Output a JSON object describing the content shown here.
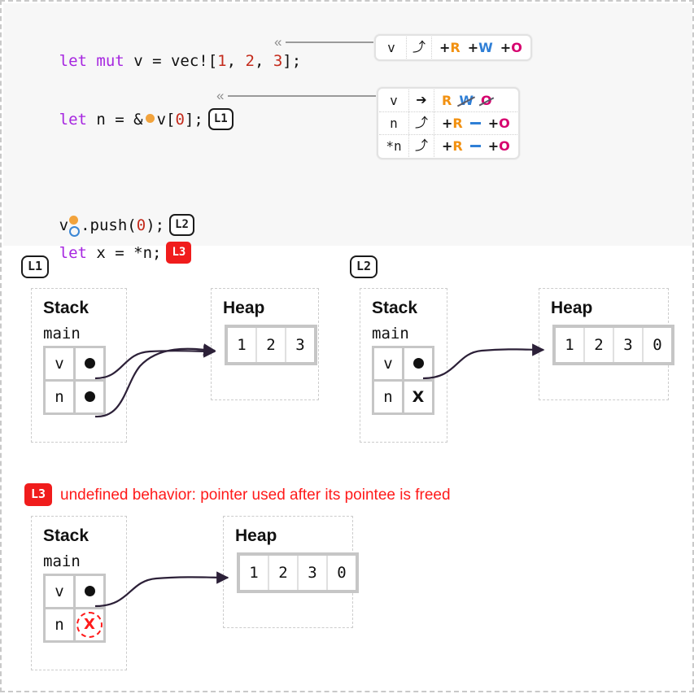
{
  "code": {
    "lines": [
      {
        "id": "line-1",
        "text": "let mut v = vec![1, 2, 3];"
      },
      {
        "id": "line-2",
        "text": "let n = &v[0];"
      },
      {
        "id": "line-3",
        "text": "v.push(0);"
      },
      {
        "id": "line-4",
        "text": "let x = *n;"
      }
    ],
    "keywords": [
      "let",
      "mut"
    ],
    "badges": {
      "l1": "L1",
      "l2": "L2",
      "l3": "L3"
    },
    "connector_glyph": "«"
  },
  "permissions": {
    "legend": {
      "read": "R",
      "write": "W",
      "own": "O",
      "plus": "+",
      "gain_arrow": "⤴",
      "flow_arrow": "➔"
    },
    "table1": {
      "rows": [
        {
          "name": "v",
          "arrow": "⤴",
          "perms": [
            {
              "sign": "+",
              "letter": "R",
              "kind": "read",
              "struck": false
            },
            {
              "sign": "+",
              "letter": "W",
              "kind": "write",
              "struck": false
            },
            {
              "sign": "+",
              "letter": "O",
              "kind": "own",
              "struck": false
            }
          ]
        }
      ]
    },
    "table2": {
      "rows": [
        {
          "name": "v",
          "arrow": "➔",
          "perms": [
            {
              "sign": "",
              "letter": "R",
              "kind": "read",
              "struck": false
            },
            {
              "sign": "",
              "letter": "W",
              "kind": "write",
              "struck": true
            },
            {
              "sign": "",
              "letter": "O",
              "kind": "own",
              "struck": true
            }
          ]
        },
        {
          "name": "n",
          "arrow": "⤴",
          "perms": [
            {
              "sign": "+",
              "letter": "R",
              "kind": "read",
              "struck": false
            },
            {
              "sign": "",
              "letter": "—",
              "kind": "dash",
              "struck": false
            },
            {
              "sign": "+",
              "letter": "O",
              "kind": "own",
              "struck": false
            }
          ]
        },
        {
          "name": "*n",
          "arrow": "⤴",
          "perms": [
            {
              "sign": "+",
              "letter": "R",
              "kind": "read",
              "struck": false
            },
            {
              "sign": "",
              "letter": "—",
              "kind": "dash",
              "struck": false
            },
            {
              "sign": "+",
              "letter": "O",
              "kind": "own",
              "struck": false
            }
          ]
        }
      ]
    }
  },
  "diagrams": [
    {
      "id": "L1",
      "badge": "L1",
      "stack": {
        "title": "Stack",
        "frame": "main",
        "rows": [
          {
            "name": "v",
            "value": "pointer"
          },
          {
            "name": "n",
            "value": "pointer"
          }
        ]
      },
      "heap": {
        "title": "Heap",
        "cells": [
          "1",
          "2",
          "3"
        ]
      }
    },
    {
      "id": "L2",
      "badge": "L2",
      "stack": {
        "title": "Stack",
        "frame": "main",
        "rows": [
          {
            "name": "v",
            "value": "pointer"
          },
          {
            "name": "n",
            "value": "X"
          }
        ]
      },
      "heap": {
        "title": "Heap",
        "cells": [
          "1",
          "2",
          "3",
          "0"
        ]
      }
    },
    {
      "id": "L3",
      "badge": "L3",
      "error": "undefined behavior: pointer used after its pointee is freed",
      "stack": {
        "title": "Stack",
        "frame": "main",
        "rows": [
          {
            "name": "v",
            "value": "pointer"
          },
          {
            "name": "n",
            "value": "X-dead"
          }
        ]
      },
      "heap": {
        "title": "Heap",
        "cells": [
          "1",
          "2",
          "3",
          "0"
        ]
      }
    }
  ],
  "colors": {
    "read": "#f29111",
    "write": "#2f7fd6",
    "own": "#d6006e",
    "error": "#ff1a1a",
    "keyword": "#a626e0",
    "number": "#c42b1c",
    "code_bg": "#f7f7f7"
  }
}
